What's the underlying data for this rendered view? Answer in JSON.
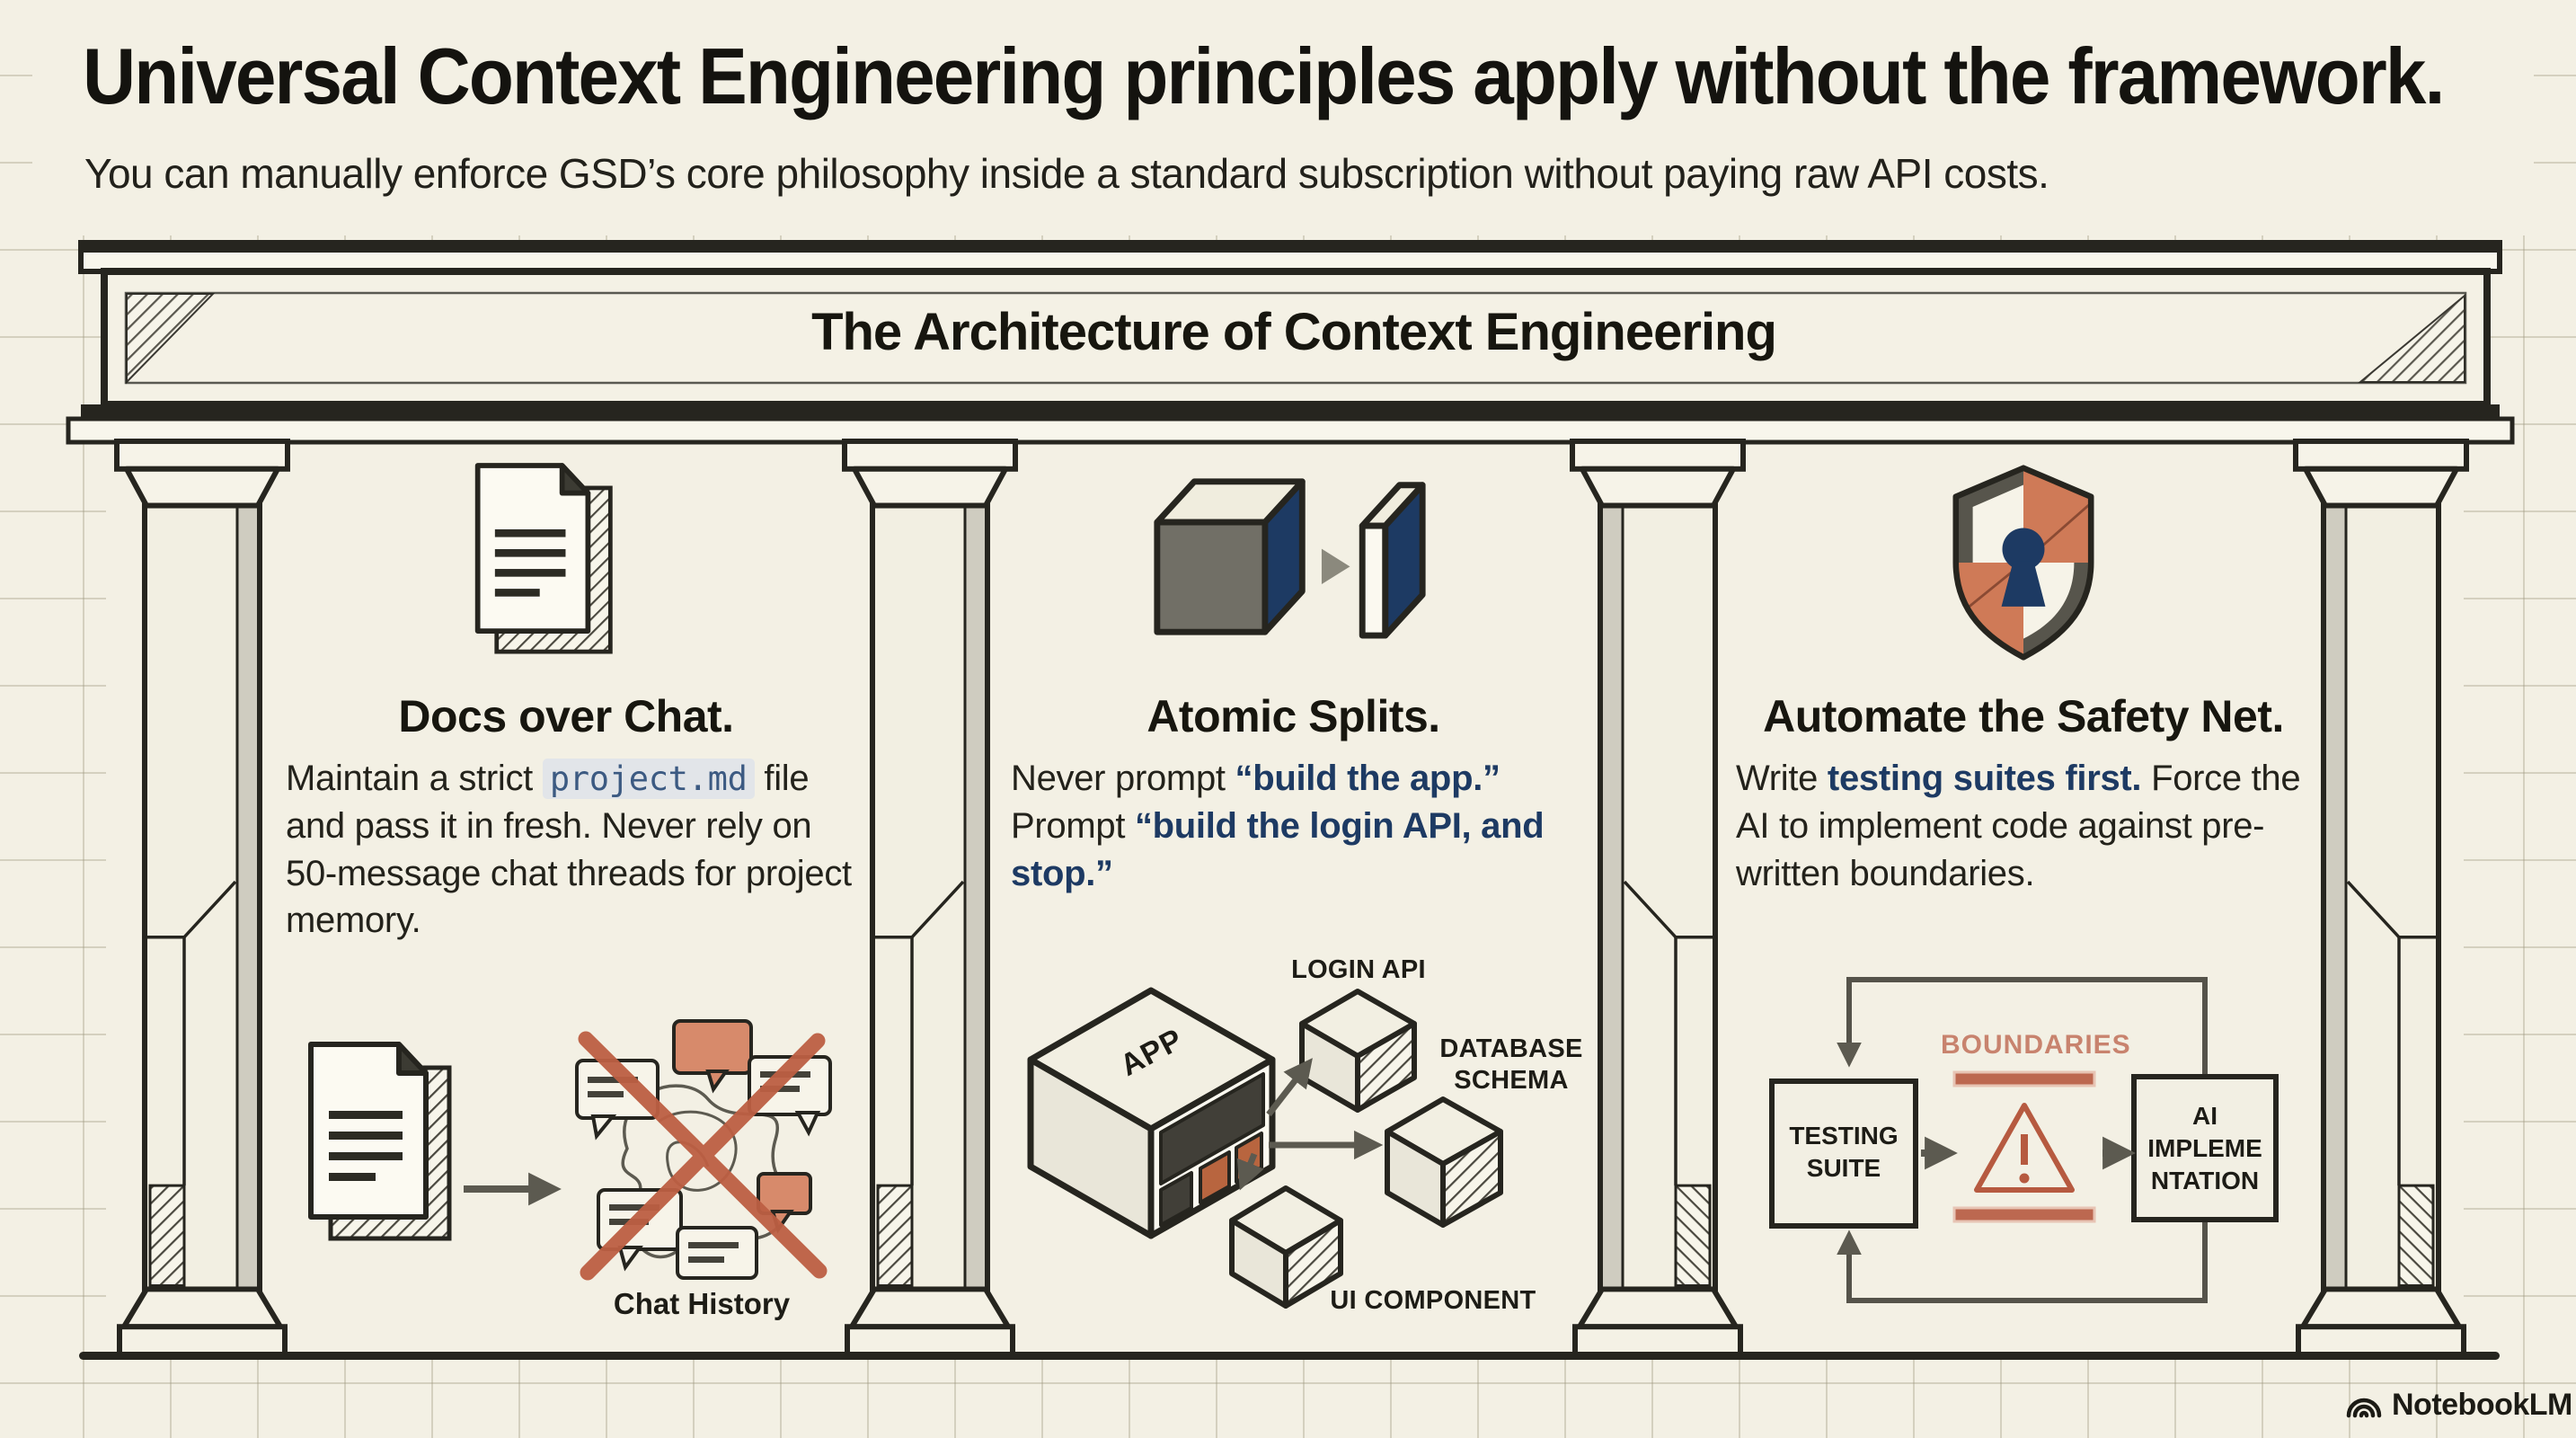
{
  "page": {
    "title": "Universal Context Engineering principles apply without the framework.",
    "subtitle": "You can manually enforce GSD’s core philosophy inside a standard subscription without paying raw API costs.",
    "brand": "NotebookLM"
  },
  "colors": {
    "background": "#f3f0e4",
    "ink": "#26251f",
    "terracotta": "#bd5f43",
    "terracotta_fill": "#d78a6b",
    "navy": "#1d3a63",
    "arrow_gray": "#5c5a50",
    "code_chip_bg": "#e2e5e9"
  },
  "entablature": {
    "title": "The Architecture of Context Engineering"
  },
  "columns": [
    {
      "heading": "Docs over Chat.",
      "icon": "document-stack-icon",
      "body": {
        "part1": "Maintain a strict ",
        "code": "project.md",
        "part2": " file and pass it in fresh. Never rely on 50-message chat threads for project memory."
      },
      "diagram": {
        "caption": "Chat History"
      }
    },
    {
      "heading": "Atomic Splits.",
      "icon": "cube-split-icon",
      "body": {
        "part1": "Never prompt ",
        "quote1": "“build the app.”",
        "part2": " Prompt ",
        "quote2": "“build the login API, and stop.”"
      },
      "diagram": {
        "app": "APP",
        "login": "LOGIN API",
        "database": "DATABASE SCHEMA",
        "ui": "UI COMPONENT"
      }
    },
    {
      "heading": "Automate the Safety Net.",
      "icon": "shield-keyhole-icon",
      "body": {
        "part1": "Write ",
        "bold": "testing suites first.",
        "part2": " Force the AI to implement code against pre-written boundaries."
      },
      "diagram": {
        "boundaries": "BOUNDARIES",
        "testing_box": [
          "TESTING",
          "SUITE"
        ],
        "ai_box": [
          "AI",
          "IMPLEME",
          "NTATION"
        ]
      }
    }
  ]
}
